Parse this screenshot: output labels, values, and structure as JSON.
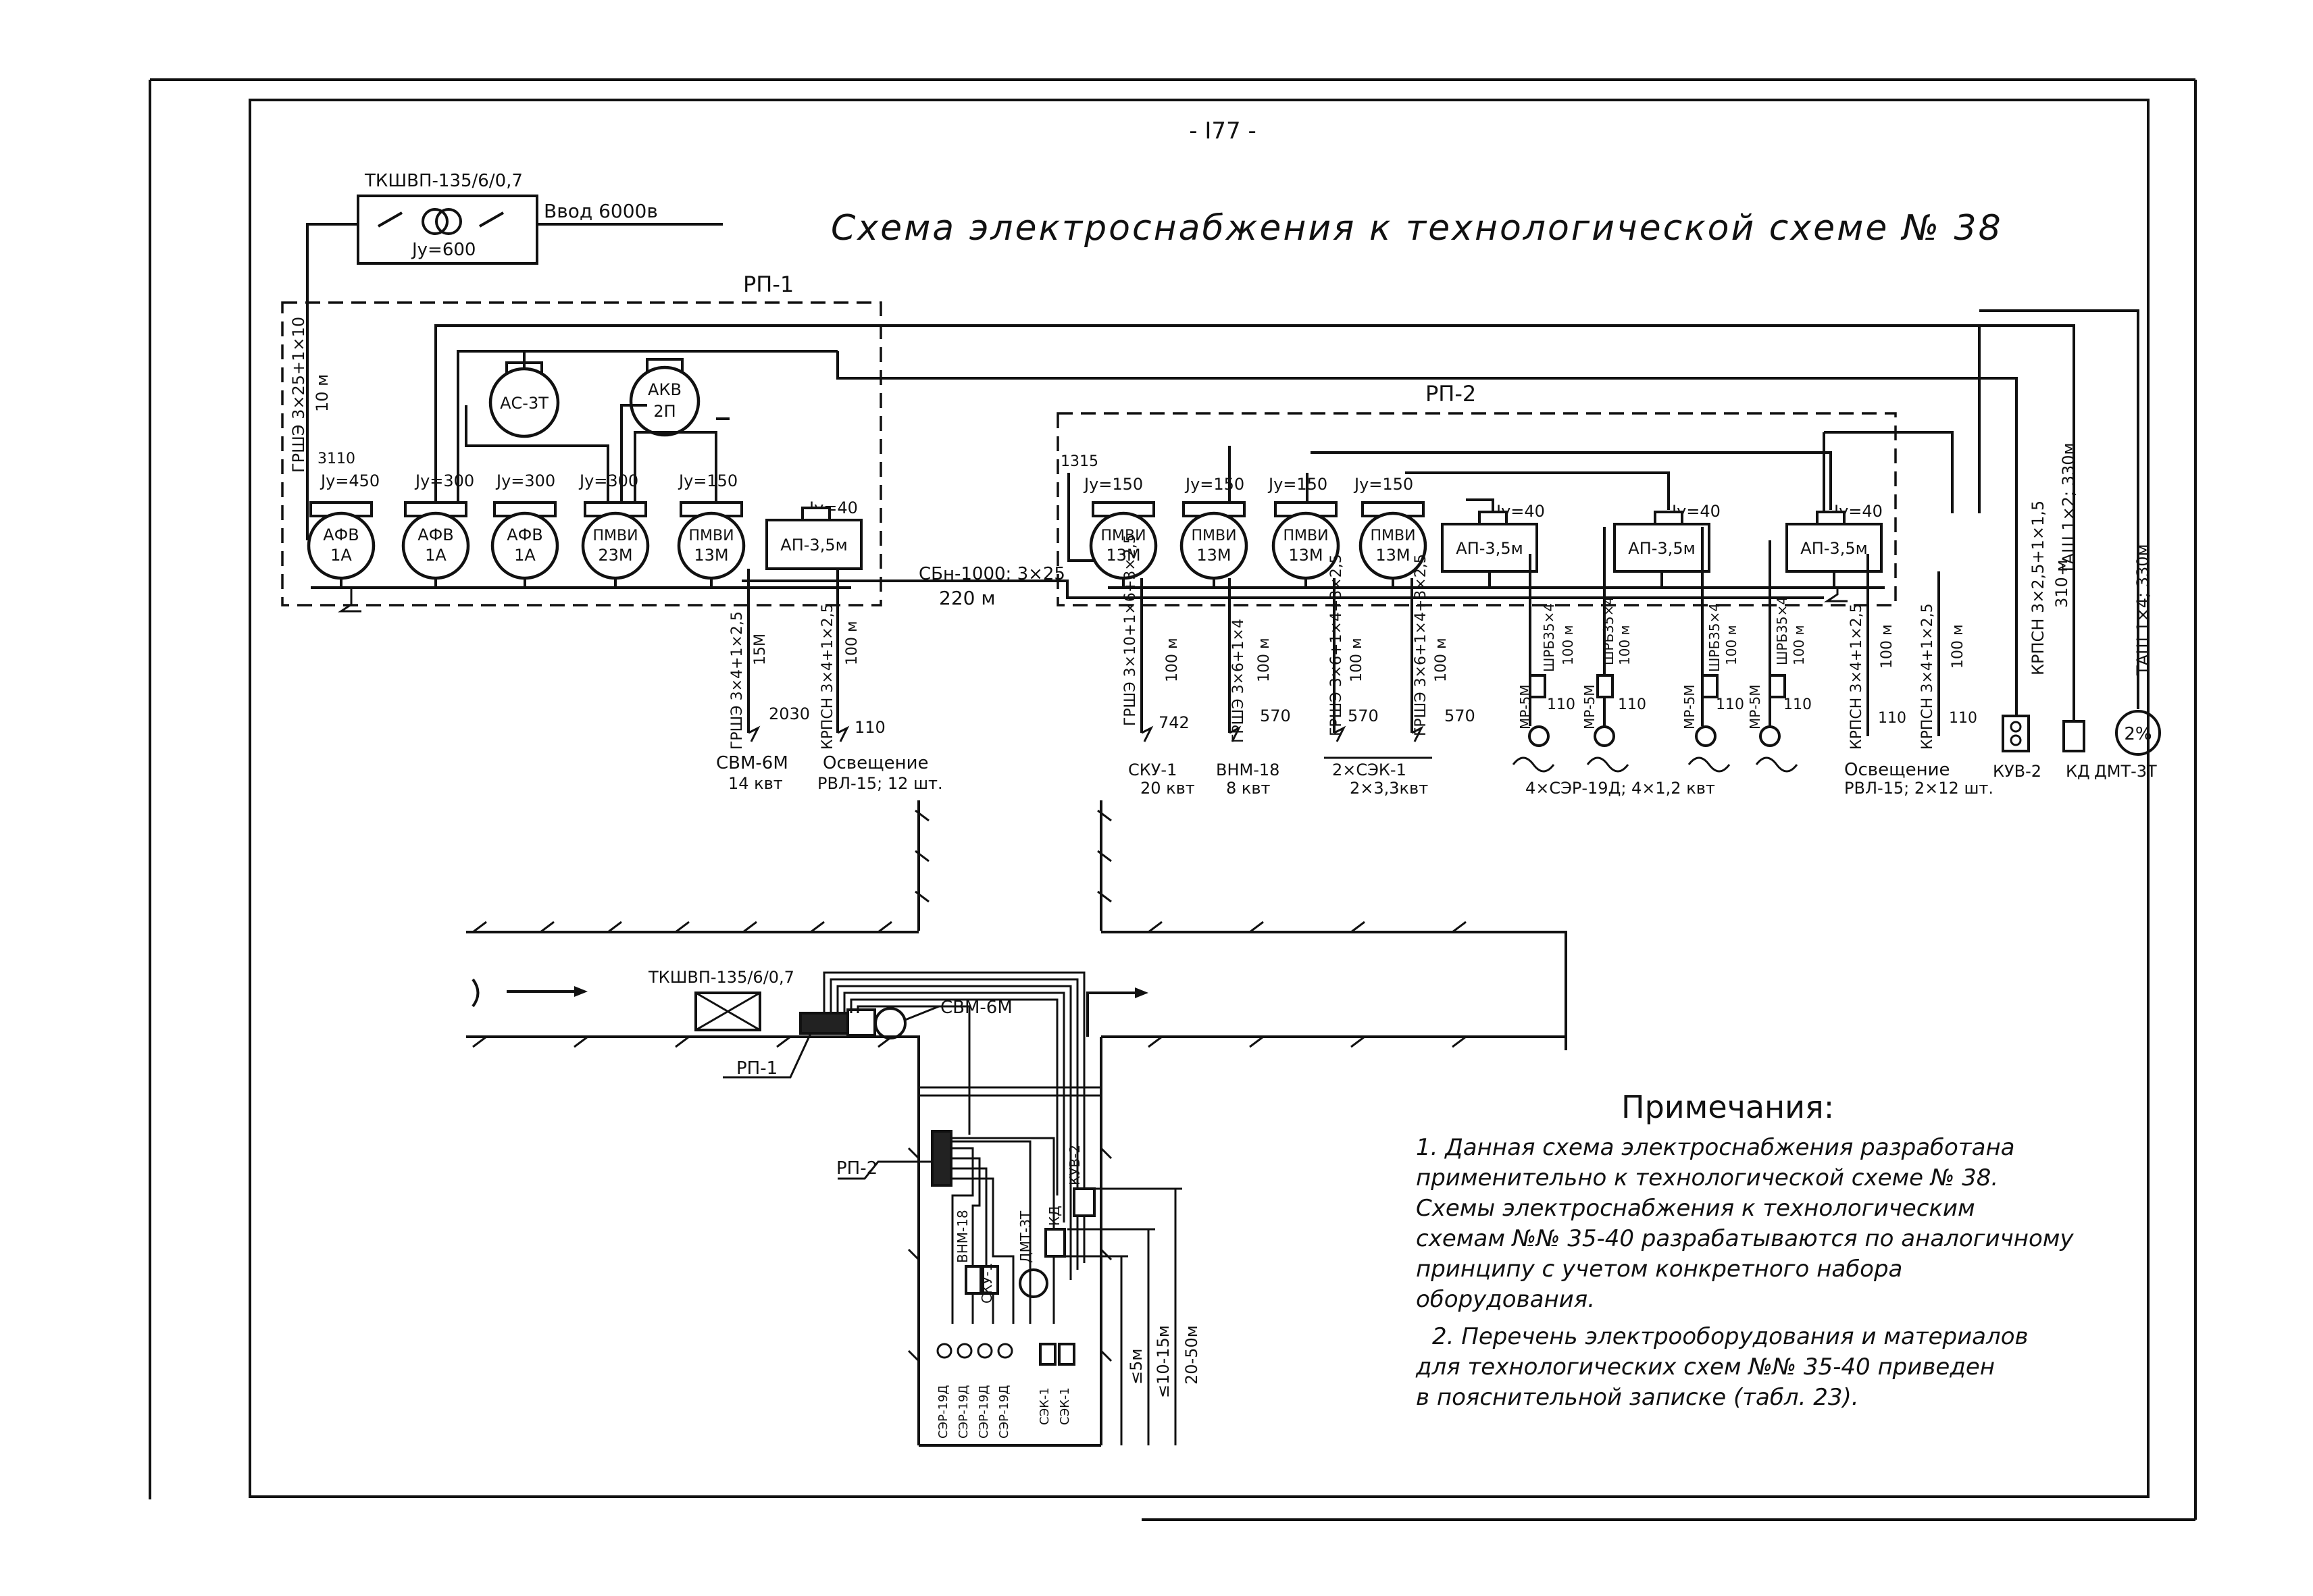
{
  "page_number": "- I77 -",
  "title": "Схема электроснабжения к технологической схеме № 38",
  "transformer": {
    "label": "ТКШВП-135/6/0,7",
    "setting": "Jу=600",
    "input": "Ввод 6000в"
  },
  "rp1": {
    "label": "РП-1",
    "feeder_cable": "ГРШЭ 3×25+1×10",
    "feeder_len": "10 м",
    "node_no": "3110",
    "aux_motors": [
      {
        "line1": "АС-3Т",
        "line2": ""
      },
      {
        "line1": "АКВ",
        "line2": "2П"
      }
    ],
    "units": [
      {
        "setting": "Jу=450",
        "line1": "АФВ",
        "line2": "1А"
      },
      {
        "setting": "Jу=300",
        "line1": "АФВ",
        "line2": "1А"
      },
      {
        "setting": "Jу=300",
        "line1": "АФВ",
        "line2": "1А"
      },
      {
        "setting": "Jу=300",
        "line1": "ПМВИ",
        "line2": "23М"
      },
      {
        "setting": "Jу=150",
        "line1": "ПМВИ",
        "line2": "13М"
      }
    ],
    "ap": {
      "label": "АП-3,5м",
      "setting": "Jу=40"
    },
    "branch_cables": [
      {
        "cable": "ГРШЭ 3×4+1×2,5",
        "length": "15М",
        "node": "2030",
        "load1": "СВМ-6М",
        "load2": "14 квт"
      },
      {
        "cable": "КРПСН 3×4+1×2,5",
        "length": "100 м",
        "node": "110",
        "load1": "Освещение",
        "load2": "РВЛ-15; 12 шт."
      }
    ]
  },
  "trunk": {
    "cable": "СБн-1000; 3×25",
    "length": "220 м"
  },
  "rp2": {
    "label": "РП-2",
    "node_no": "1315",
    "units": [
      {
        "setting": "Jу=150",
        "line1": "ПМВИ",
        "line2": "13М"
      },
      {
        "setting": "Jу=150",
        "line1": "ПМВИ",
        "line2": "13М"
      },
      {
        "setting": "Jу=150",
        "line1": "ПМВИ",
        "line2": "13М"
      },
      {
        "setting": "Jу=150",
        "line1": "ПМВИ",
        "line2": "13М"
      }
    ],
    "aps": [
      {
        "label": "АП-3,5м",
        "setting": "Jу=40"
      },
      {
        "label": "АП-3,5м",
        "setting": "Jу=40"
      },
      {
        "label": "АП-3,5м",
        "setting": "Jу=40"
      }
    ],
    "branches": [
      {
        "cable": "ГРШЭ 3×10+1×6+3×2,5",
        "length": "100 м",
        "node": "742",
        "load1": "СКУ-1",
        "load2": "20 квт"
      },
      {
        "cable": "ГРШЭ 3×6+1×4",
        "length": "100 м",
        "node": "570",
        "load1": "ВНМ-18",
        "load2": "8 квт"
      },
      {
        "cable": "ГРШЭ 3×6+1×4+3×2,5",
        "length": "100 м",
        "node": "570",
        "load1": "",
        "load2": ""
      },
      {
        "cable": "ГРШЭ 3×6+1×4+3×2,5",
        "length": "100 м",
        "node": "570",
        "load1": "",
        "load2": ""
      }
    ],
    "sek_load": {
      "line1": "2×СЭК-1",
      "line2": "2×3,3квт"
    },
    "mr_branches": [
      {
        "cable": "ШРБ35×4",
        "length": "100 м",
        "device": "МР-5М",
        "node": "110"
      },
      {
        "cable": "ШРБ35×4",
        "length": "100 м",
        "device": "МР-5М",
        "node": "110"
      },
      {
        "cable": "ШРБ35×4",
        "length": "100 м",
        "device": "МР-5М",
        "node": "110"
      },
      {
        "cable": "ШРБ35×4",
        "length": "100 м",
        "device": "МР-5М",
        "node": "110"
      }
    ],
    "ser_load": "4×СЭР-19Д; 4×1,2 квт",
    "light_branches": [
      {
        "cable": "КРПСН 3×4+1×2,5",
        "length": "100 м",
        "node": "110"
      },
      {
        "cable": "КРПСН 3×4+1×2,5",
        "length": "100 м",
        "node": "110"
      }
    ],
    "light_load1": "Освещение",
    "light_load2": "РВЛ-15; 2×12 шт."
  },
  "right_lines": [
    {
      "cable": "КРПСН 3×2,5+1×1,5",
      "length": "310 м",
      "device": "КУВ-2"
    },
    {
      "cable": "ТАШ 1×2; 330м",
      "length": "",
      "device": "КД"
    },
    {
      "cable": "ТАШ 1×4; 330м",
      "length": "",
      "device": "ДМТ-3Т",
      "symbol": "2%"
    }
  ],
  "plan": {
    "transformer": "ТКШВП-135/6/0,7",
    "svm": "СВМ-6М",
    "rp1": "РП-1",
    "rp2": "РП-2",
    "vnm": "ВНМ-18",
    "sku": "СКУ-1",
    "dmt": "ДМТ-3Т",
    "kd": "КД",
    "kuv": "КУВ-2",
    "ser_labels": [
      "СЭР-19Д",
      "СЭР-19Д",
      "СЭР-19Д",
      "СЭР-19Д"
    ],
    "sek_labels": [
      "СЭК-1",
      "СЭК-1"
    ],
    "dims": [
      "≤5м",
      "≤10-15м",
      "20-50м"
    ]
  },
  "notes": {
    "heading": "Примечания:",
    "lines": [
      "1. Данная схема электроснабжения разработана",
      "применительно к технологической схеме № 38.",
      "Схемы электроснабжения к технологическим",
      "схемам №№ 35-40 разрабатываются по аналогичному",
      "принципу с учетом конкретного набора",
      "оборудования.",
      "2. Перечень электрооборудования и материалов",
      "для технологических схем №№ 35-40 приведен",
      "в пояснительной записке (табл. 23)."
    ]
  }
}
